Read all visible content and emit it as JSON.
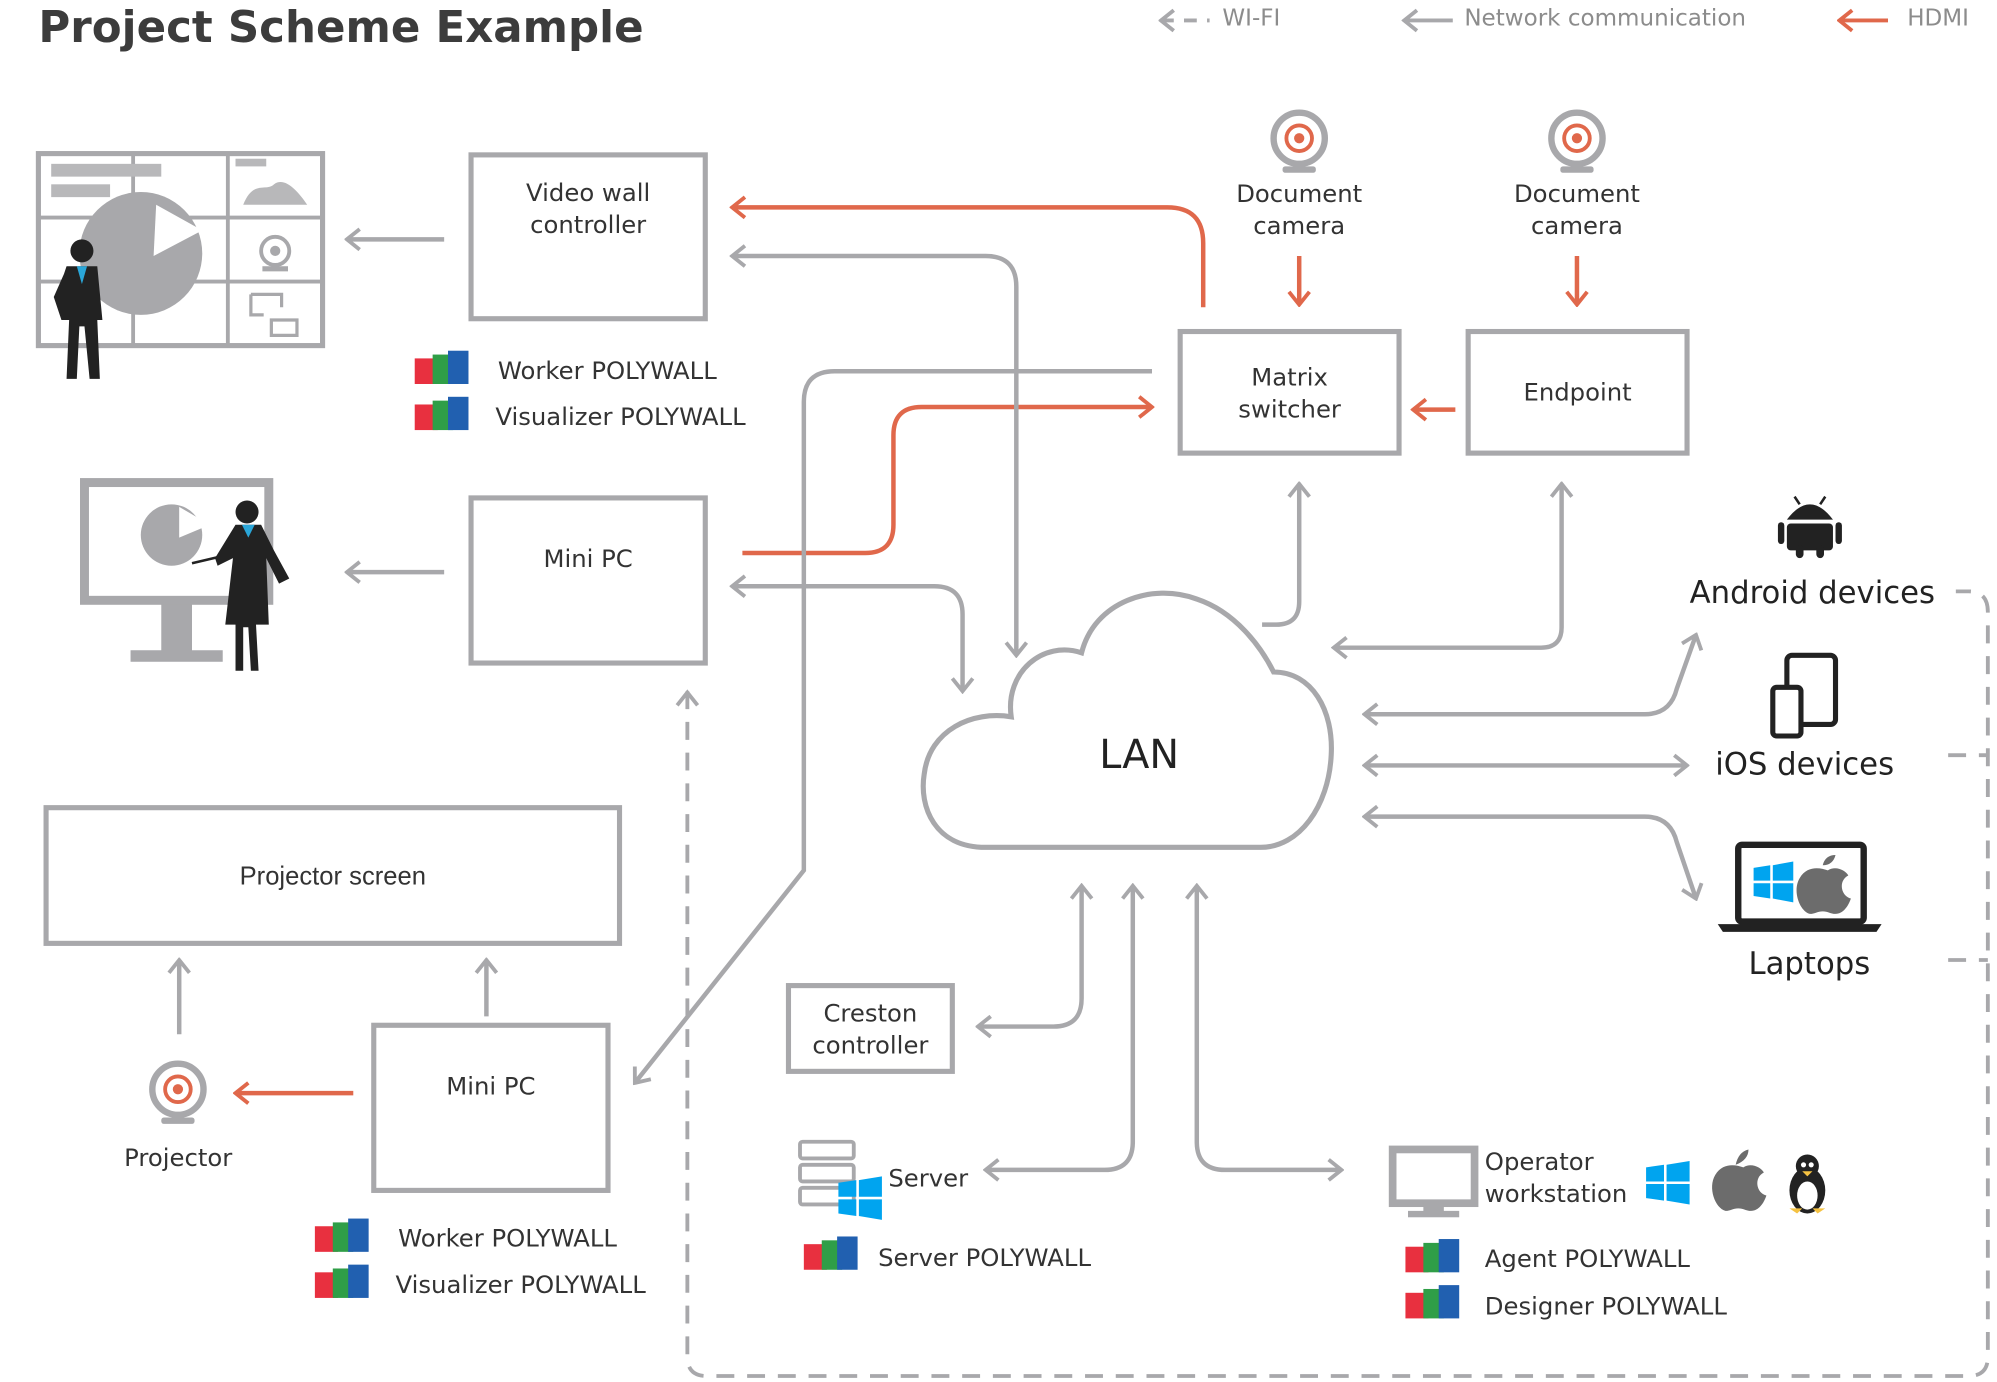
{
  "title": "Project Scheme Example",
  "legend": {
    "wifi": "WI-FI",
    "network": "Network communication",
    "hdmi": "HDMI"
  },
  "colors": {
    "box": "#a8a8ab",
    "hdmi": "#e0684b",
    "network": "#a8a8ab",
    "windows": "#00a4ef",
    "text": "#333333"
  },
  "nodes": {
    "video_wall_controller": "Video wall\ncontroller",
    "worker_polywall_1": "Worker POLYWALL",
    "visualizer_polywall_1": "Visualizer POLYWALL",
    "mini_pc_top": "Mini PC",
    "projector_screen": "Projector screen",
    "mini_pc_bottom": "Mini PC",
    "projector": "Projector",
    "worker_polywall_2": "Worker POLYWALL",
    "visualizer_polywall_2": "Visualizer POLYWALL",
    "document_camera_1": "Document\ncamera",
    "document_camera_2": "Document\ncamera",
    "matrix_switcher": "Matrix\nswitcher",
    "endpoint": "Endpoint",
    "lan": "LAN",
    "creston_controller": "Creston\ncontroller",
    "server": "Server",
    "server_polywall": "Server POLYWALL",
    "operator_workstation": "Operator\nworkstation",
    "agent_polywall": "Agent POLYWALL",
    "designer_polywall": "Designer POLYWALL",
    "android_devices": "Android devices",
    "ios_devices": "iOS devices",
    "laptops": "Laptops"
  }
}
